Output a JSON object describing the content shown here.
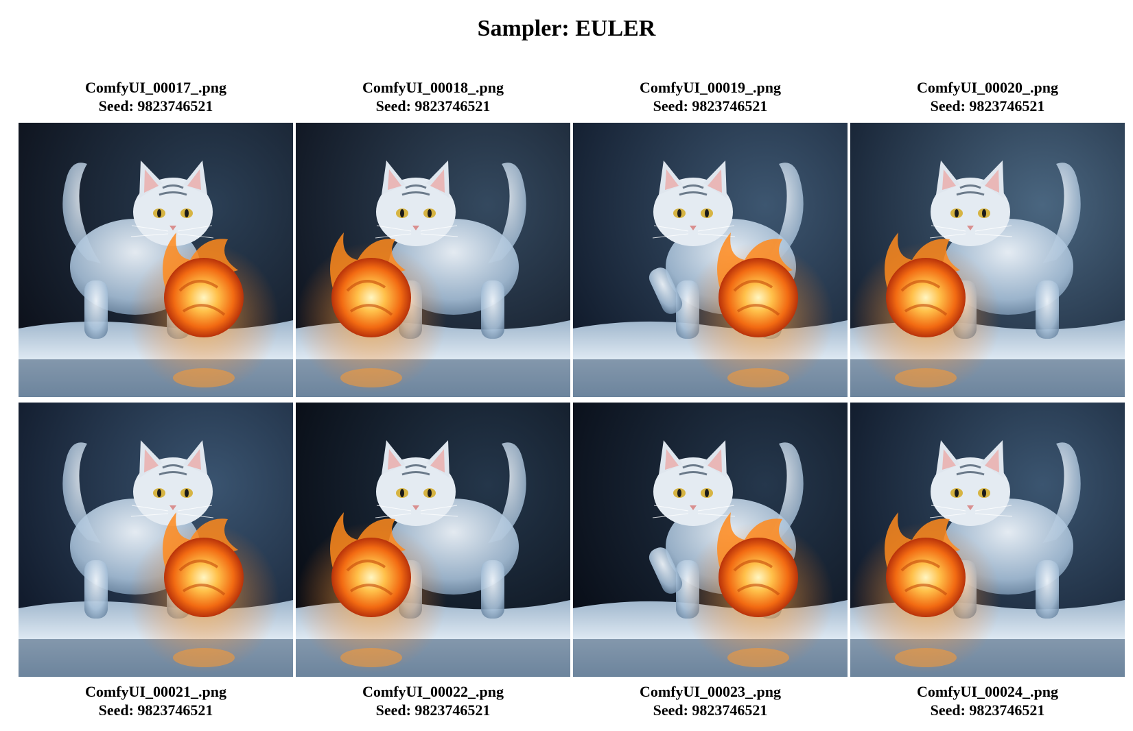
{
  "title": "Sampler: EULER",
  "images": [
    {
      "filename": "ComfyUI_00017_.png",
      "seed": "Seed: 9823746521",
      "cat_facing": "left",
      "ball_side": "right",
      "bg_dark": "#0a0d16",
      "bg_light": "#2b3f55"
    },
    {
      "filename": "ComfyUI_00018_.png",
      "seed": "Seed: 9823746521",
      "cat_facing": "right",
      "ball_side": "left",
      "bg_dark": "#0b0f19",
      "bg_light": "#34495f"
    },
    {
      "filename": "ComfyUI_00019_.png",
      "seed": "Seed: 9823746521",
      "cat_facing": "right",
      "ball_side": "right",
      "bg_dark": "#0d1626",
      "bg_light": "#3d5670"
    },
    {
      "filename": "ComfyUI_00020_.png",
      "seed": "Seed: 9823746521",
      "cat_facing": "right",
      "ball_side": "left",
      "bg_dark": "#101a2a",
      "bg_light": "#4a6680"
    },
    {
      "filename": "ComfyUI_00021_.png",
      "seed": "Seed: 9823746521",
      "cat_facing": "left",
      "ball_side": "right",
      "bg_dark": "#0d1525",
      "bg_light": "#3a5470"
    },
    {
      "filename": "ComfyUI_00022_.png",
      "seed": "Seed: 9823746521",
      "cat_facing": "right",
      "ball_side": "left",
      "bg_dark": "#05080f",
      "bg_light": "#24364a"
    },
    {
      "filename": "ComfyUI_00023_.png",
      "seed": "Seed: 9823746521",
      "cat_facing": "right",
      "ball_side": "right",
      "bg_dark": "#060a13",
      "bg_light": "#25374c"
    },
    {
      "filename": "ComfyUI_00024_.png",
      "seed": "Seed: 9823746521",
      "cat_facing": "right",
      "ball_side": "left",
      "bg_dark": "#0b1322",
      "bg_light": "#3b5570"
    }
  ]
}
